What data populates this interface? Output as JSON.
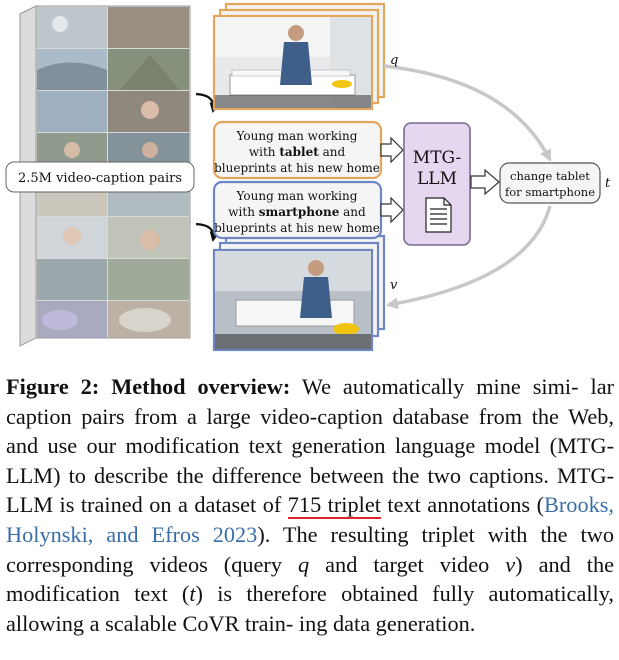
{
  "figure": {
    "database_label": "2.5M video-caption pairs",
    "caption_top": {
      "line1": "Young man working",
      "line2_pre": "with ",
      "line2_bold": "tablet",
      "line2_post": " and",
      "line3": "blueprints at his new home"
    },
    "caption_bottom": {
      "line1": "Young man working",
      "line2_pre": "with ",
      "line2_bold": "smartphone",
      "line2_post": " and",
      "line3": "blueprints at his new home"
    },
    "mtg_llm": {
      "line1": "MTG-",
      "line2": "LLM"
    },
    "modification": {
      "line1": "change tablet",
      "line2": "for smartphone"
    },
    "labels": {
      "q": "q",
      "t": "t",
      "v": "v"
    },
    "colors": {
      "caption_top_border": "#e3a65a",
      "caption_bottom_border": "#6f86c4",
      "llm_fill": "#e4d7ef",
      "llm_border": "#7c6a90",
      "frame_top_border": "#e3a65a",
      "frame_bottom_border": "#6f86c4"
    }
  },
  "caption": {
    "figure_label": "Figure 2:",
    "title": "Method overview:",
    "line1_rest": "We automatically mine simi-",
    "line2": "lar caption pairs from a large video-caption database from",
    "line3": "the Web, and use our modification text generation language",
    "line4": "model (MTG-LLM) to describe the difference between the",
    "line5_pre": "two captions. MTG-LLM is trained on a dataset of",
    "line5_underlined": "715 triplet",
    "line6_pre": "text annotations (",
    "line6_cite": "Brooks, Holynski, and Efros 2023",
    "line6_post": "). The",
    "line7": "resulting triplet with the two corresponding videos (query",
    "line7_q": "q",
    "line8_pre": "and target video",
    "line8_v": "v",
    "line8_mid": ") and the modification text (",
    "line8_t": "t",
    "line8_post": ") is therefore",
    "line9": "obtained fully automatically, allowing a scalable CoVR train-",
    "line10": "ing data generation."
  }
}
